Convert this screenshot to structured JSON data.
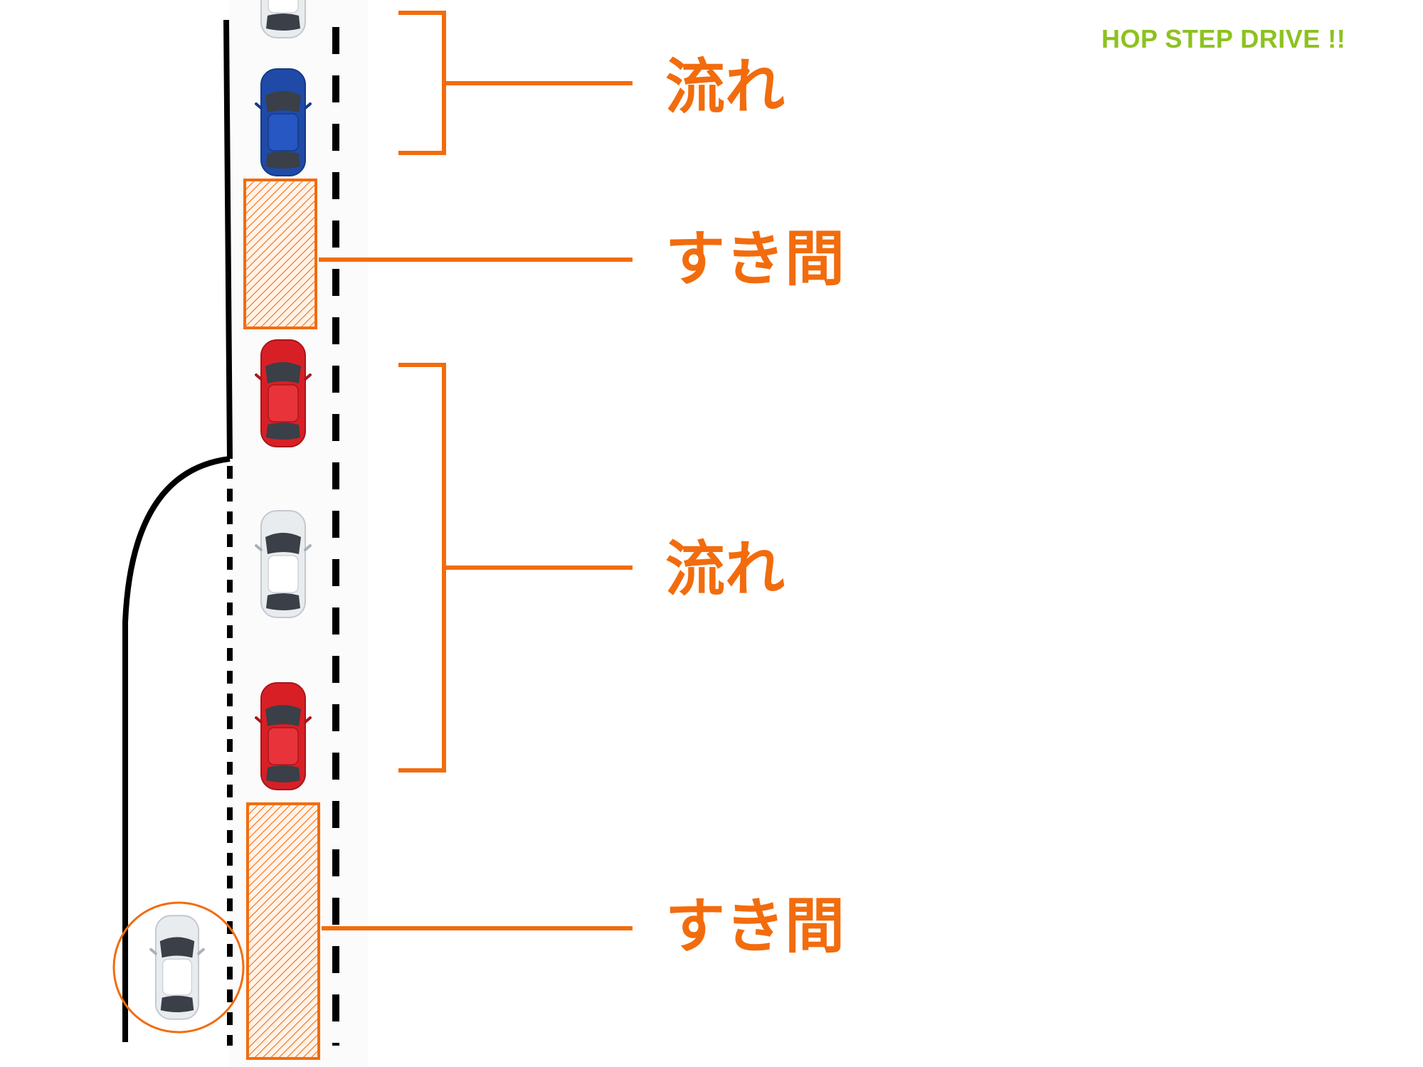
{
  "brand": {
    "text": "HOP STEP DRIVE !!",
    "color": "#8dc21f"
  },
  "labels": {
    "flow_top": "流れ",
    "gap_top": "すき間",
    "flow_middle": "流れ",
    "gap_bottom": "すき間"
  },
  "colors": {
    "accent": "#f26c0d",
    "road_line": "#000000",
    "car_white": "#e9ecef",
    "car_blue": "#1f4aa8",
    "car_red": "#d91f26",
    "car_glass": "#3b3f47"
  },
  "cars": [
    {
      "name": "white-car-top",
      "color": "white",
      "lane": "main"
    },
    {
      "name": "blue-car",
      "color": "blue",
      "lane": "main"
    },
    {
      "name": "red-car-upper",
      "color": "red",
      "lane": "main"
    },
    {
      "name": "white-car-middle",
      "color": "white",
      "lane": "main"
    },
    {
      "name": "red-car-lower",
      "color": "red",
      "lane": "main"
    },
    {
      "name": "merging-white-car",
      "color": "white",
      "lane": "merge",
      "highlighted": true
    }
  ]
}
